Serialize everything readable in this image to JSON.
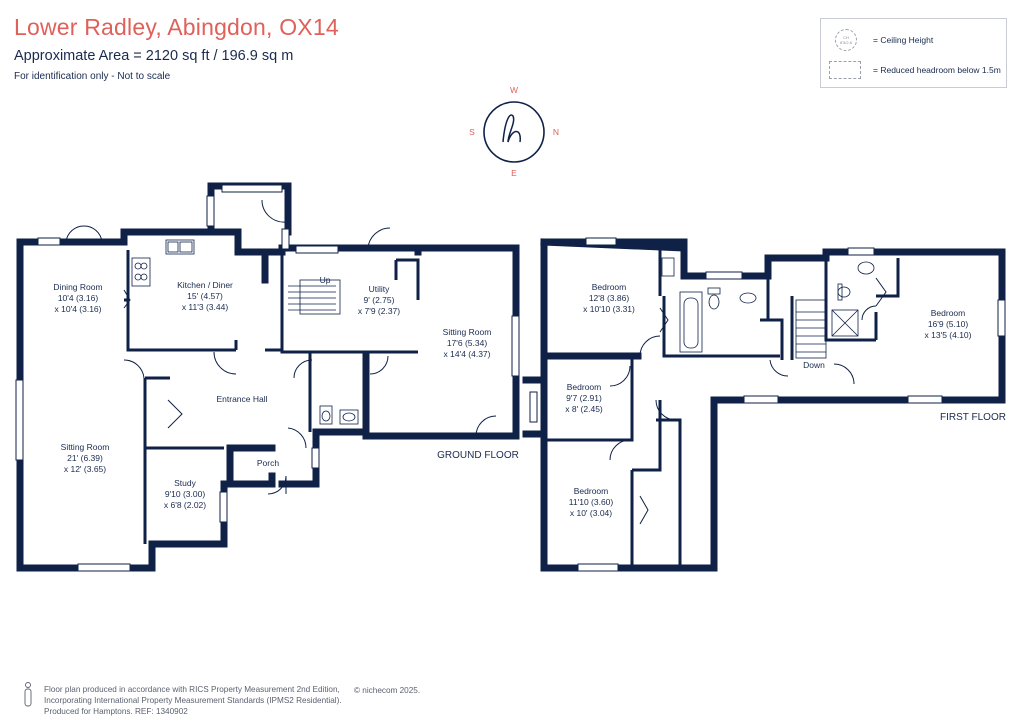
{
  "header": {
    "title": "Lower Radley, Abingdon, OX14",
    "area": "Approximate Area = 2120 sq ft / 196.9 sq m",
    "note": "For identification only - Not to scale"
  },
  "legend": {
    "ceiling_label": "= Ceiling Height",
    "ceiling_sample": "CH\n8'5/2.6",
    "reduced_label": "= Reduced headroom below 1.5m"
  },
  "compass": {
    "w": "W",
    "n": "N",
    "e": "E",
    "s": "S"
  },
  "floors": {
    "ground": "GROUND FLOOR",
    "first": "FIRST FLOOR"
  },
  "rooms": {
    "dining": {
      "name": "Dining Room",
      "l1": "10'4 (3.16)",
      "l2": "x 10'4 (3.16)"
    },
    "kitchen": {
      "name": "Kitchen / Diner",
      "l1": "15' (4.57)",
      "l2": "x 11'3 (3.44)"
    },
    "utility": {
      "name": "Utility",
      "l1": "9' (2.75)",
      "l2": "x 7'9 (2.37)"
    },
    "sitting_right": {
      "name": "Sitting Room",
      "l1": "17'6 (5.34)",
      "l2": "x 14'4 (4.37)"
    },
    "hall": {
      "name": "Entrance Hall"
    },
    "sitting_left": {
      "name": "Sitting Room",
      "l1": "21' (6.39)",
      "l2": "x 12' (3.65)"
    },
    "study": {
      "name": "Study",
      "l1": "9'10 (3.00)",
      "l2": "x 6'8 (2.02)"
    },
    "porch": {
      "name": "Porch"
    },
    "bed1": {
      "name": "Bedroom",
      "l1": "12'8 (3.86)",
      "l2": "x 10'10 (3.31)"
    },
    "bed2": {
      "name": "Bedroom",
      "l1": "16'9 (5.10)",
      "l2": "x 13'5 (4.10)"
    },
    "bed3": {
      "name": "Bedroom",
      "l1": "9'7 (2.91)",
      "l2": "x 8' (2.45)"
    },
    "bed4": {
      "name": "Bedroom",
      "l1": "11'10 (3.60)",
      "l2": "x 10' (3.04)"
    },
    "up": "Up",
    "down": "Down"
  },
  "footer": {
    "line1": "Floor plan produced in accordance with RICS Property Measurement 2nd Edition,",
    "line2": "Incorporating International Property Measurement Standards (IPMS2 Residential).",
    "line3": "Produced for Hamptons.  REF:  1340902",
    "credit": "© nichecom 2025."
  },
  "colors": {
    "wall": "#0f2147",
    "accent": "#e0605a",
    "text": "#1a2a4f"
  }
}
